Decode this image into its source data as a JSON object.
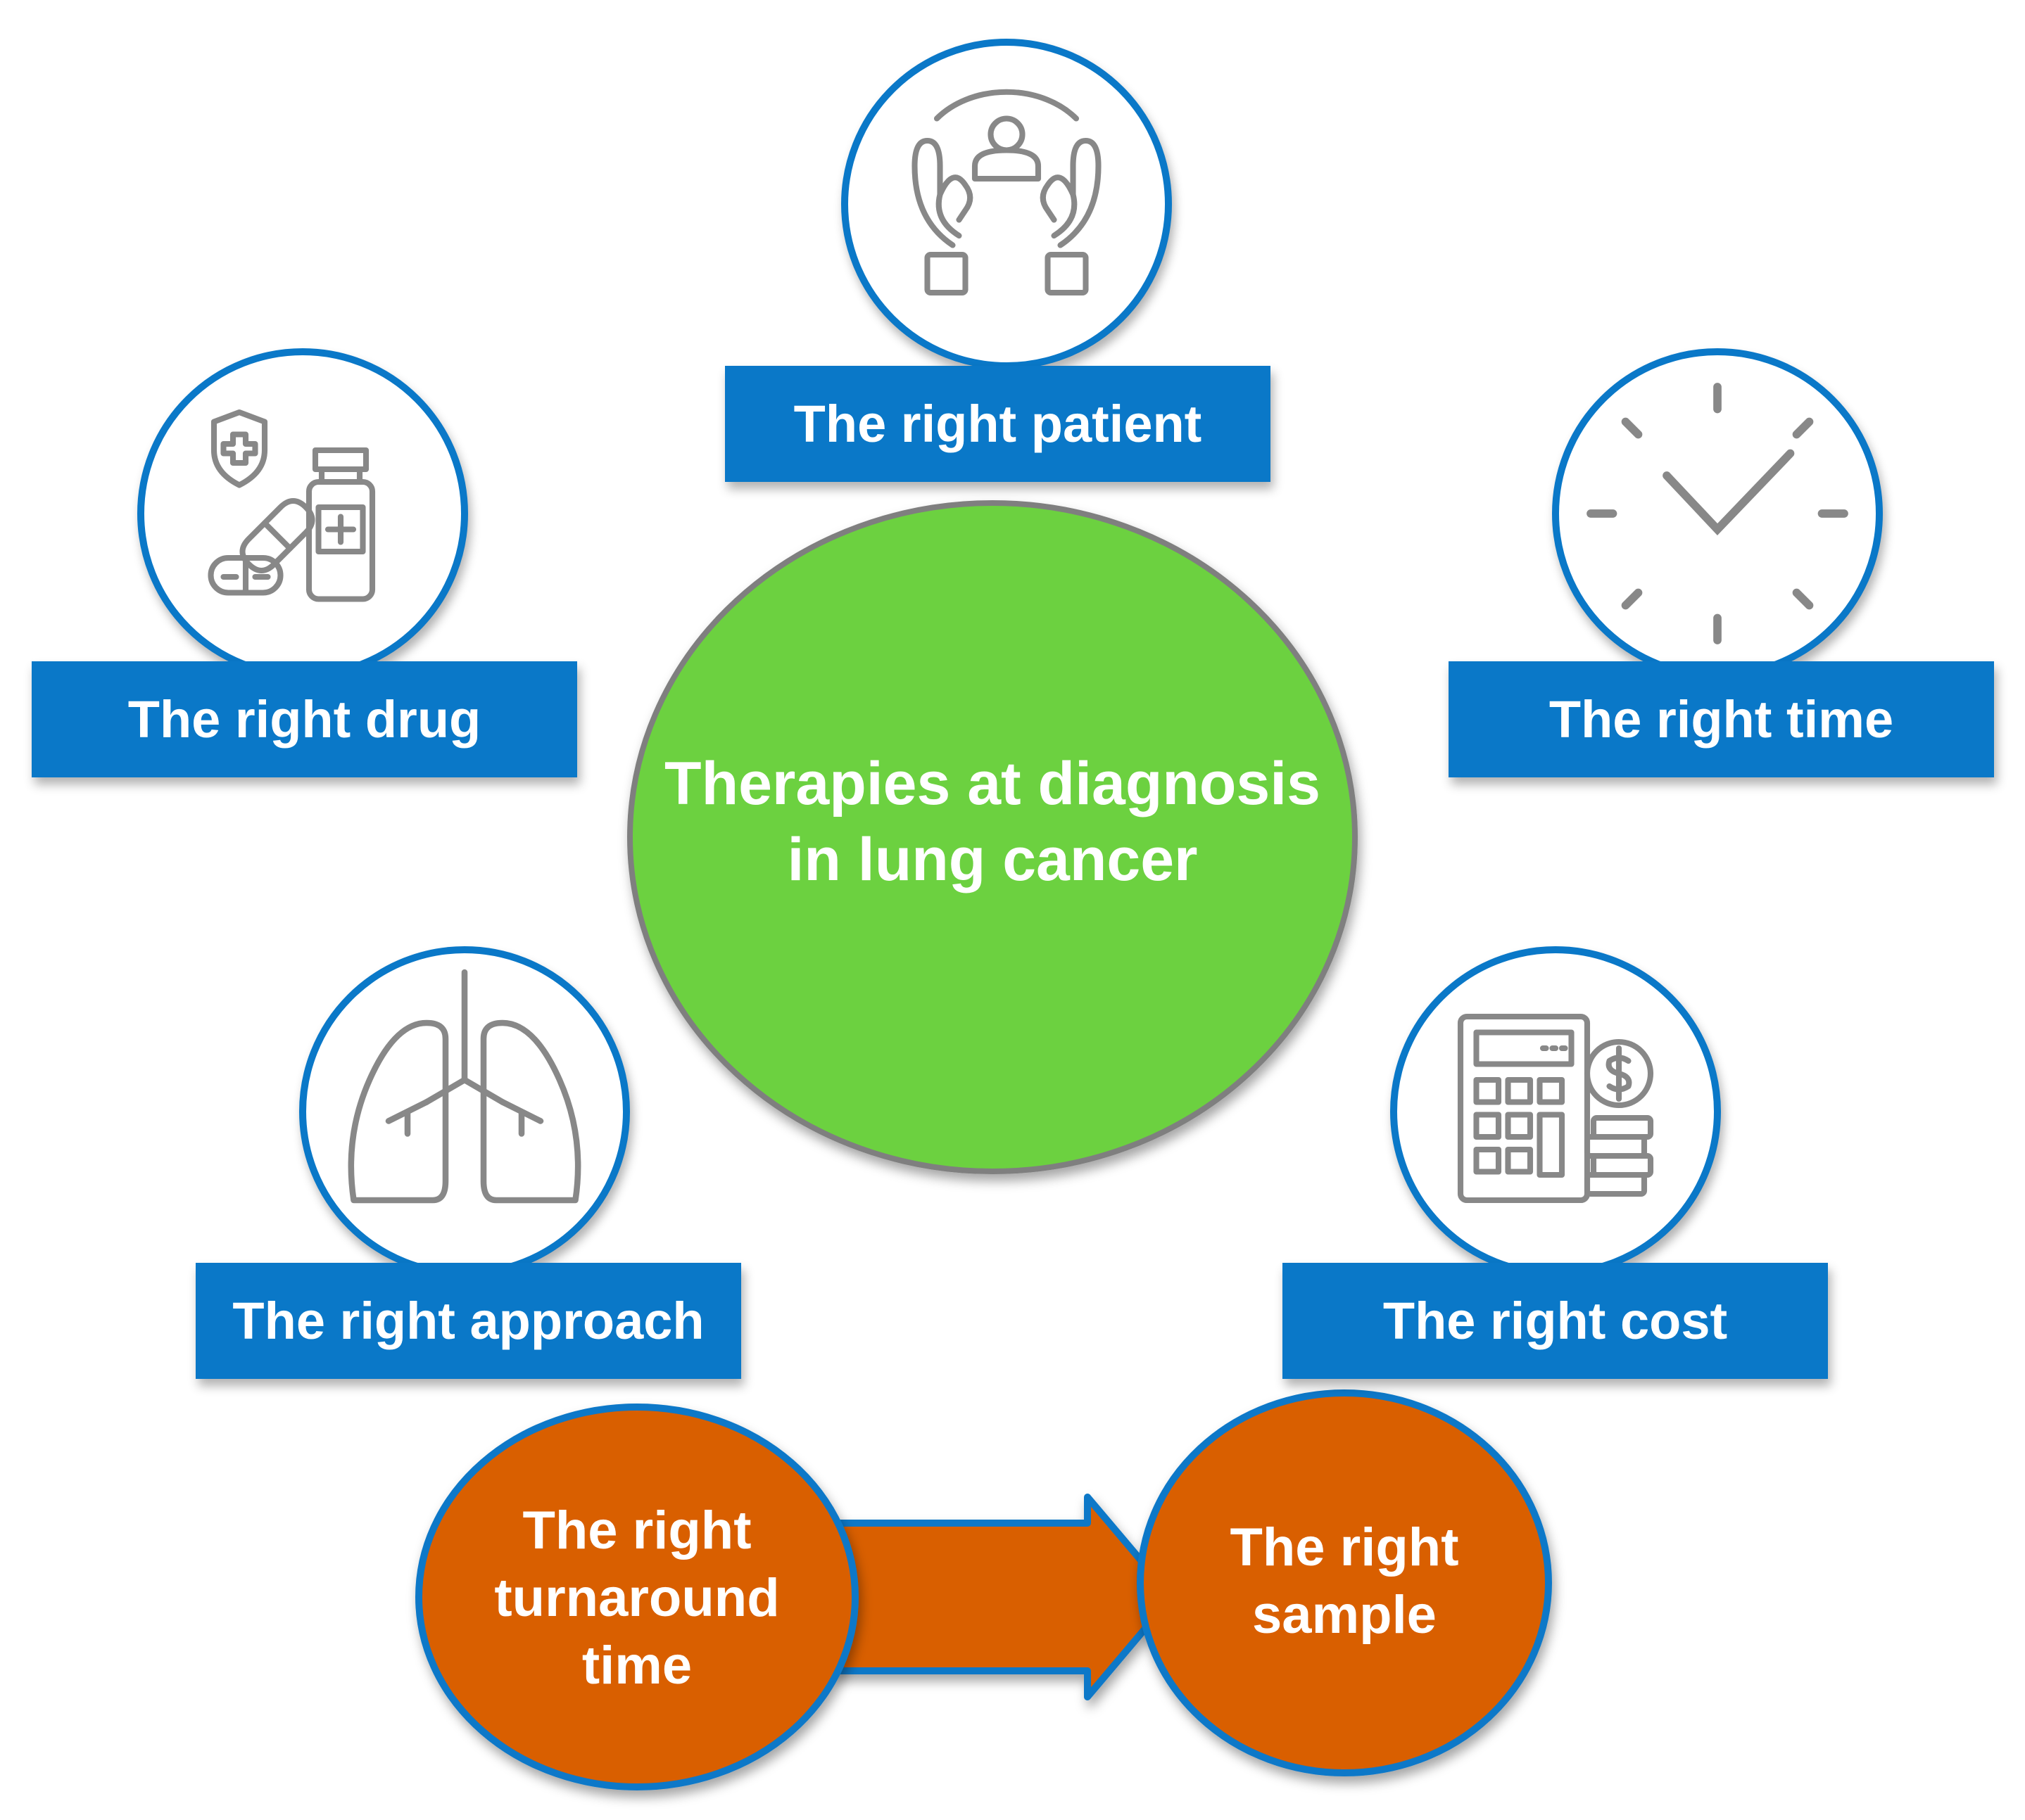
{
  "center": {
    "line1": "Therapies at diagnosis",
    "line2": "in lung cancer",
    "fill": "#6cd141",
    "stroke": "#7f7f7f"
  },
  "labels": {
    "patient": "The right patient",
    "drug": "The right drug",
    "time": "The right time",
    "approach": "The right approach",
    "cost": "The right cost"
  },
  "flow": {
    "turnaround": {
      "line1": "The right",
      "line2": "turnaround",
      "line3": "time"
    },
    "sample": {
      "line1": "The right",
      "line2": "sample"
    }
  },
  "colors": {
    "accent_blue": "#0a78c8",
    "orange": "#d95f02",
    "icon_gray": "#888888"
  },
  "icons": [
    "patient-care-icon",
    "medication-icon",
    "clock-icon",
    "lungs-icon",
    "calculator-cost-icon"
  ]
}
